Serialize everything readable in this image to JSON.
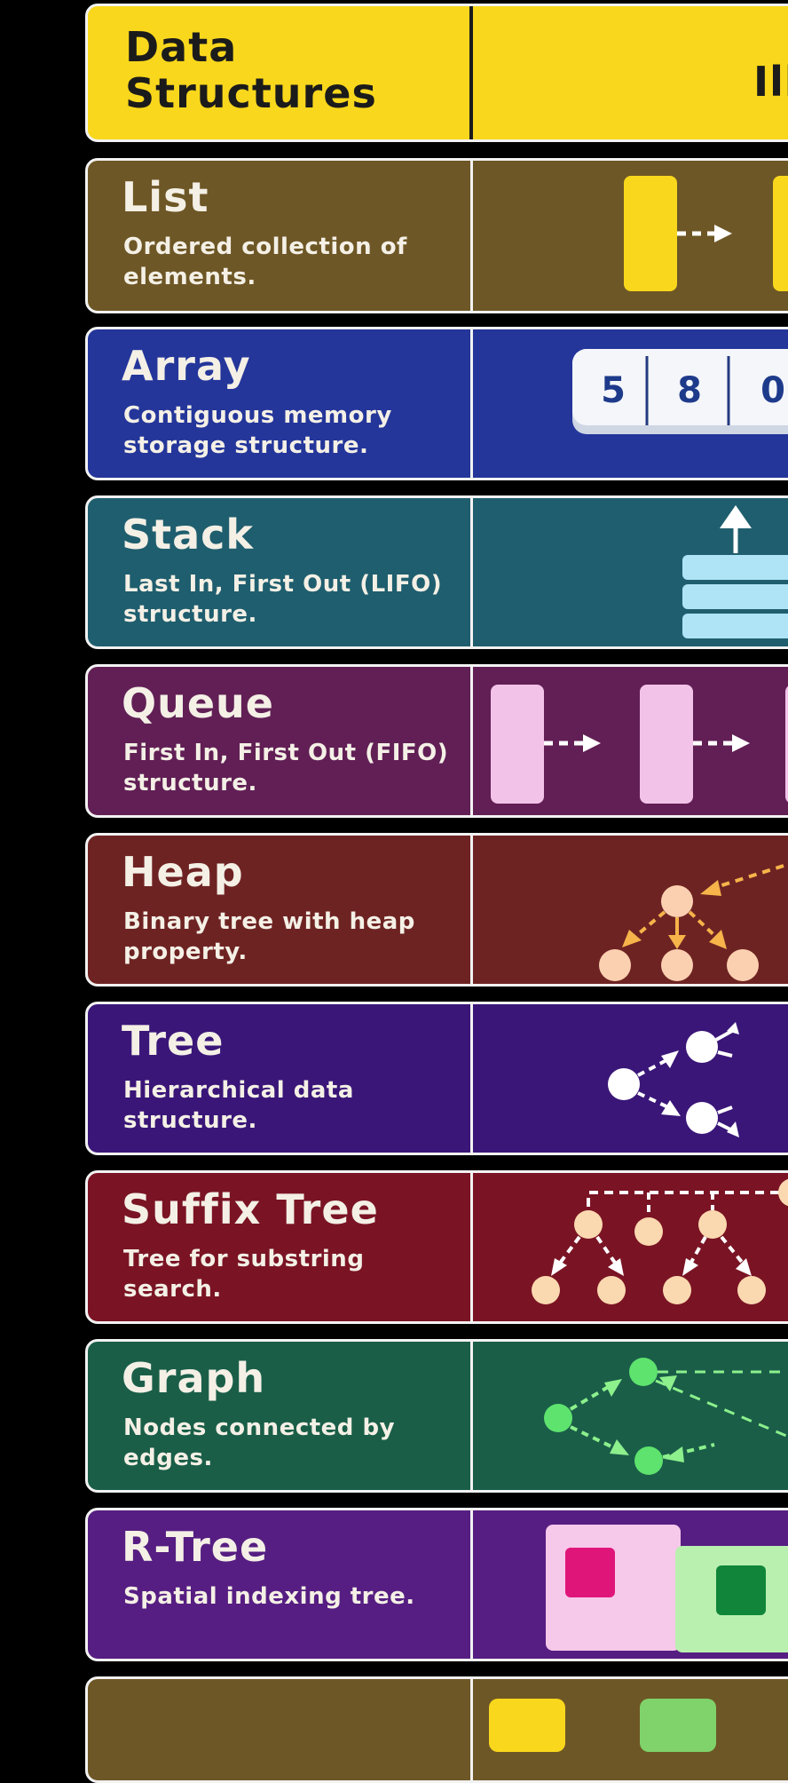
{
  "header": {
    "title": "Data Structures",
    "illustration_col": "Illust",
    "color": "#f9d71c"
  },
  "rows": [
    {
      "name": "List",
      "desc": "Ordered collection of elements.",
      "color": "#6e5726"
    },
    {
      "name": "Array",
      "desc": "Contiguous memory storage structure.",
      "color": "#24369a",
      "cells": [
        "5",
        "8",
        "0"
      ]
    },
    {
      "name": "Stack",
      "desc": "Last In, First Out (LIFO) structure.",
      "color": "#1f5e6e"
    },
    {
      "name": "Queue",
      "desc": "First In, First Out (FIFO) structure.",
      "color": "#611f55"
    },
    {
      "name": "Heap",
      "desc": "Binary tree with heap property.",
      "color": "#6e2323"
    },
    {
      "name": "Tree",
      "desc": "Hierarchical data structure.",
      "color": "#3a1678"
    },
    {
      "name": "Suffix Tree",
      "desc": "Tree for substring search.",
      "color": "#7a1424"
    },
    {
      "name": "Graph",
      "desc": "Nodes connected by edges.",
      "color": "#1a5e48"
    },
    {
      "name": "R-Tree",
      "desc": "Spatial indexing tree.",
      "color": "#561e82"
    },
    {
      "name": "",
      "desc": "",
      "color": "#6e5726"
    }
  ]
}
